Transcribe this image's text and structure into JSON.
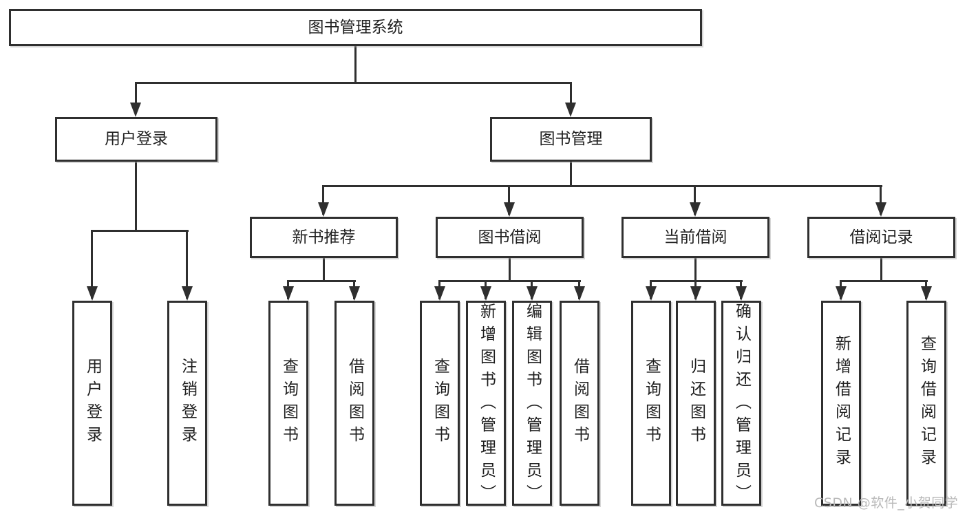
{
  "colors": {
    "line": "#2f2f2f",
    "text": "#1f1f1f",
    "box_background": "#ffffff",
    "watermark": "#b9b9b9"
  },
  "tree": {
    "root": {
      "label": "图书管理系统"
    },
    "branches": [
      {
        "label": "用户登录",
        "children": [
          {
            "label": "用户登录"
          },
          {
            "label": "注销登录"
          }
        ]
      },
      {
        "label": "图书管理",
        "children": [
          {
            "label": "新书推荐",
            "children": [
              {
                "label": "查询图书"
              },
              {
                "label": "借阅图书"
              }
            ]
          },
          {
            "label": "图书借阅",
            "children": [
              {
                "label": "查询图书"
              },
              {
                "label": "新增图书（管理员）"
              },
              {
                "label": "编辑图书（管理员）"
              },
              {
                "label": "借阅图书"
              }
            ]
          },
          {
            "label": "当前借阅",
            "children": [
              {
                "label": "查询图书"
              },
              {
                "label": "归还图书"
              },
              {
                "label": "确认归还（管理员）"
              }
            ]
          },
          {
            "label": "借阅记录",
            "children": [
              {
                "label": "新增借阅记录"
              },
              {
                "label": "查询借阅记录"
              }
            ]
          }
        ]
      }
    ]
  },
  "watermark": {
    "text": "CSDN @软件_小贺同学"
  }
}
